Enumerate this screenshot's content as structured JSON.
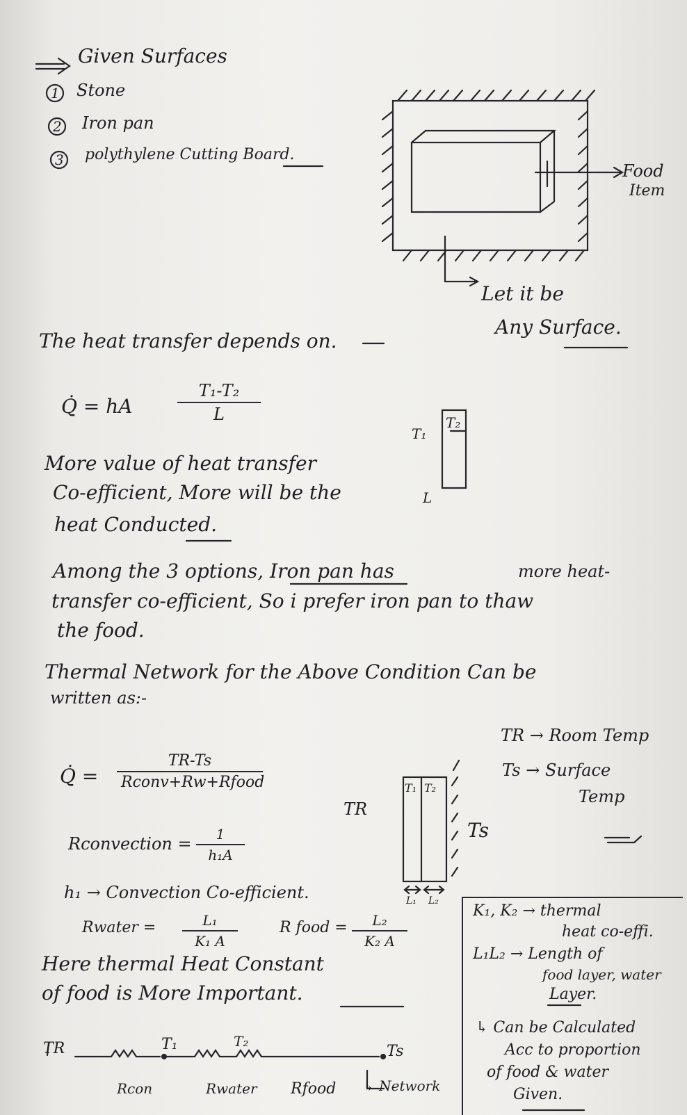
{
  "header": {
    "given_title": "Given Surfaces",
    "options": [
      {
        "num": "1",
        "label": "Stone"
      },
      {
        "num": "2",
        "label": "Iron pan"
      },
      {
        "num": "3",
        "label": "polythylene Cutting Board."
      }
    ]
  },
  "diagram1": {
    "food_label_1": "Food",
    "food_label_2": "Item",
    "surface_label_1": "Let it be",
    "surface_label_2": "Any Surface."
  },
  "section_heat": {
    "intro": "The heat transfer depends on.",
    "q_lhs": "Q̇ = hA",
    "q_num": "T₁-T₂",
    "q_den": "L",
    "line1": "More value of heat transfer",
    "line2": "Co-efficient, More will be the",
    "line3": "heat Conducted.",
    "slab_t1": "T₁",
    "slab_t2": "T₂",
    "slab_l": "L"
  },
  "section_choice": {
    "line1_a": "Among the 3 options, Iron pan has",
    "line1_b": "more heat-",
    "line2": "transfer co-efficient, So i prefer iron pan to thaw",
    "line3": "the food."
  },
  "section_network": {
    "line1": "Thermal Network for the Above Condition Can be",
    "line2": "written as:-",
    "q_lhs": "Q̇ =",
    "q_num": "TR-Ts",
    "q_den": "Rconv+Rw+Rfood",
    "tr": "TR",
    "ts": "Ts",
    "legend1": "TR → Room Temp",
    "legend2": "Ts → Surface",
    "legend3": "Temp",
    "slab_t1": "T₁",
    "slab_t2": "T₂",
    "slab_l1": "L₁",
    "slab_l2": "L₂",
    "rconv_lhs": "Rconvection =",
    "rconv_num": "1",
    "rconv_den": "h₁A",
    "h1_def": "h₁ → Convection Co-efficient.",
    "rwater_lhs": "Rwater =",
    "rwater_num": "L₁",
    "rwater_den": "K₁ A",
    "rfood_lhs": "R food =",
    "rfood_num": "L₂",
    "rfood_den": "K₂ A",
    "note1": "Here thermal Heat Constant",
    "note2": "of food is More Important."
  },
  "box_note": {
    "k_line1": "K₁, K₂ → thermal",
    "k_line2": "heat co-effi.",
    "l_line1": "L₁L₂ → Length of",
    "l_line2": "food layer, water",
    "l_line3": "Layer.",
    "c_line1": "↳ Can be Calculated",
    "c_line2": "Acc to proportion",
    "c_line3": "of food & water",
    "c_line4": "Given."
  },
  "network": {
    "tr": "TR",
    "t1": "T₁",
    "t2": "T₂",
    "ts": "Ts",
    "rcon": "Rcon",
    "rwater": "Rwater",
    "rfood": "Rfood",
    "label": "↳ Network"
  }
}
